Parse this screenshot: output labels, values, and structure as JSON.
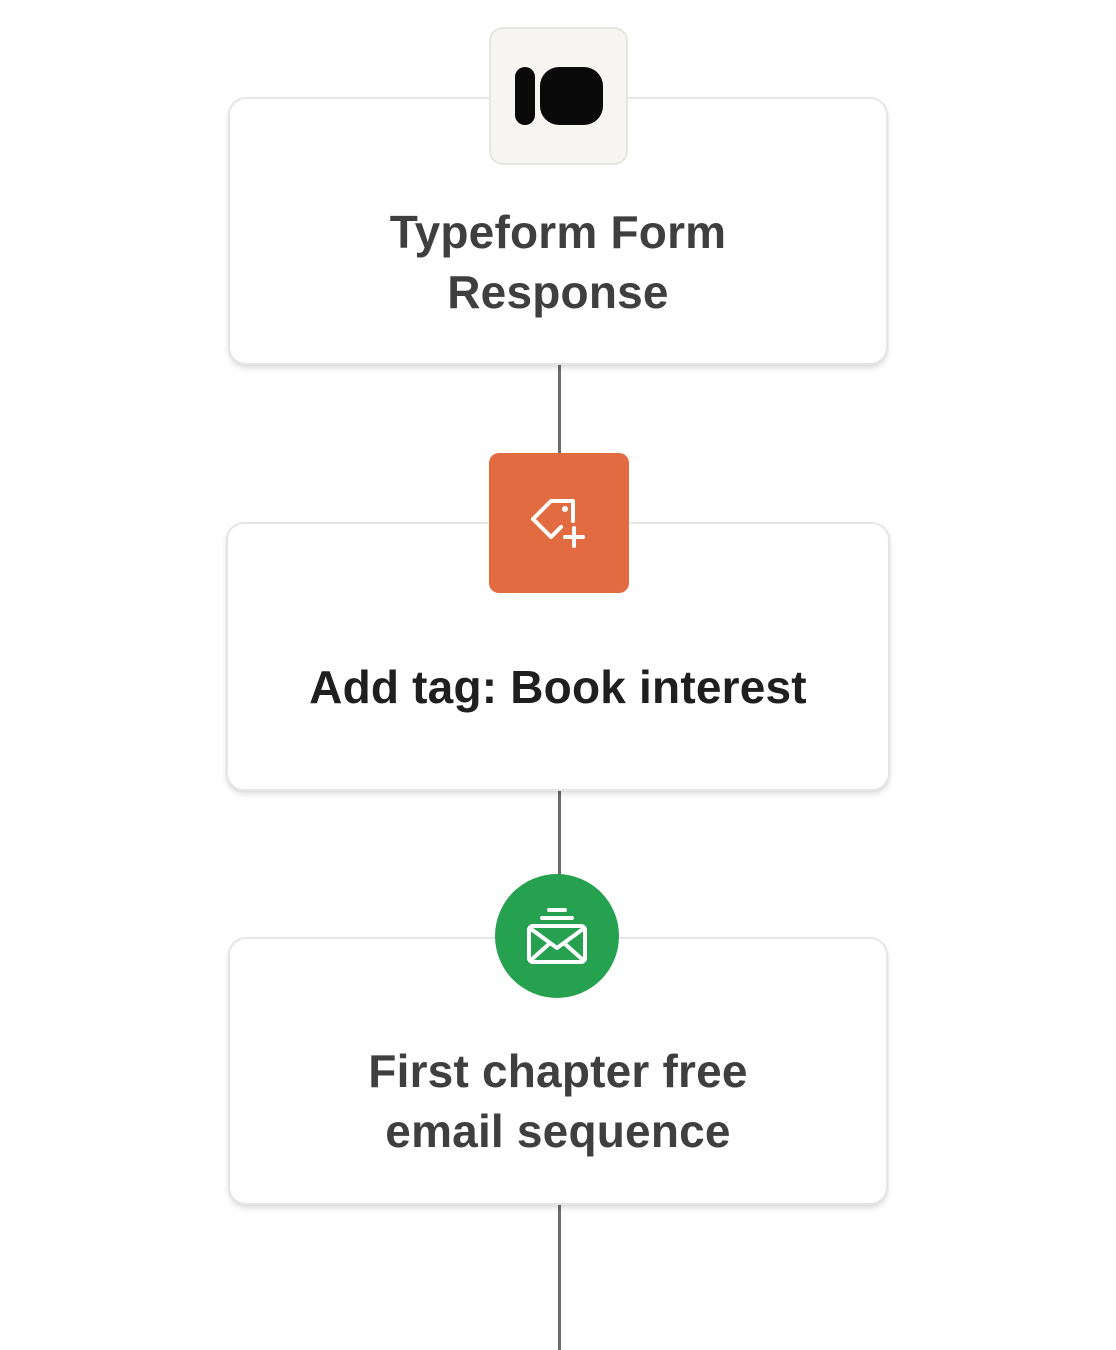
{
  "workflow": {
    "steps": [
      {
        "title": "Typeform Form Response",
        "icon": "typeform-logo-icon",
        "badge_color": "#f6f5f1"
      },
      {
        "title": "Add tag: Book interest",
        "icon": "tag-plus-icon",
        "badge_color": "#e36b41"
      },
      {
        "title": "First chapter free email sequence",
        "icon": "email-sequence-icon",
        "badge_color": "#25a150"
      }
    ]
  }
}
